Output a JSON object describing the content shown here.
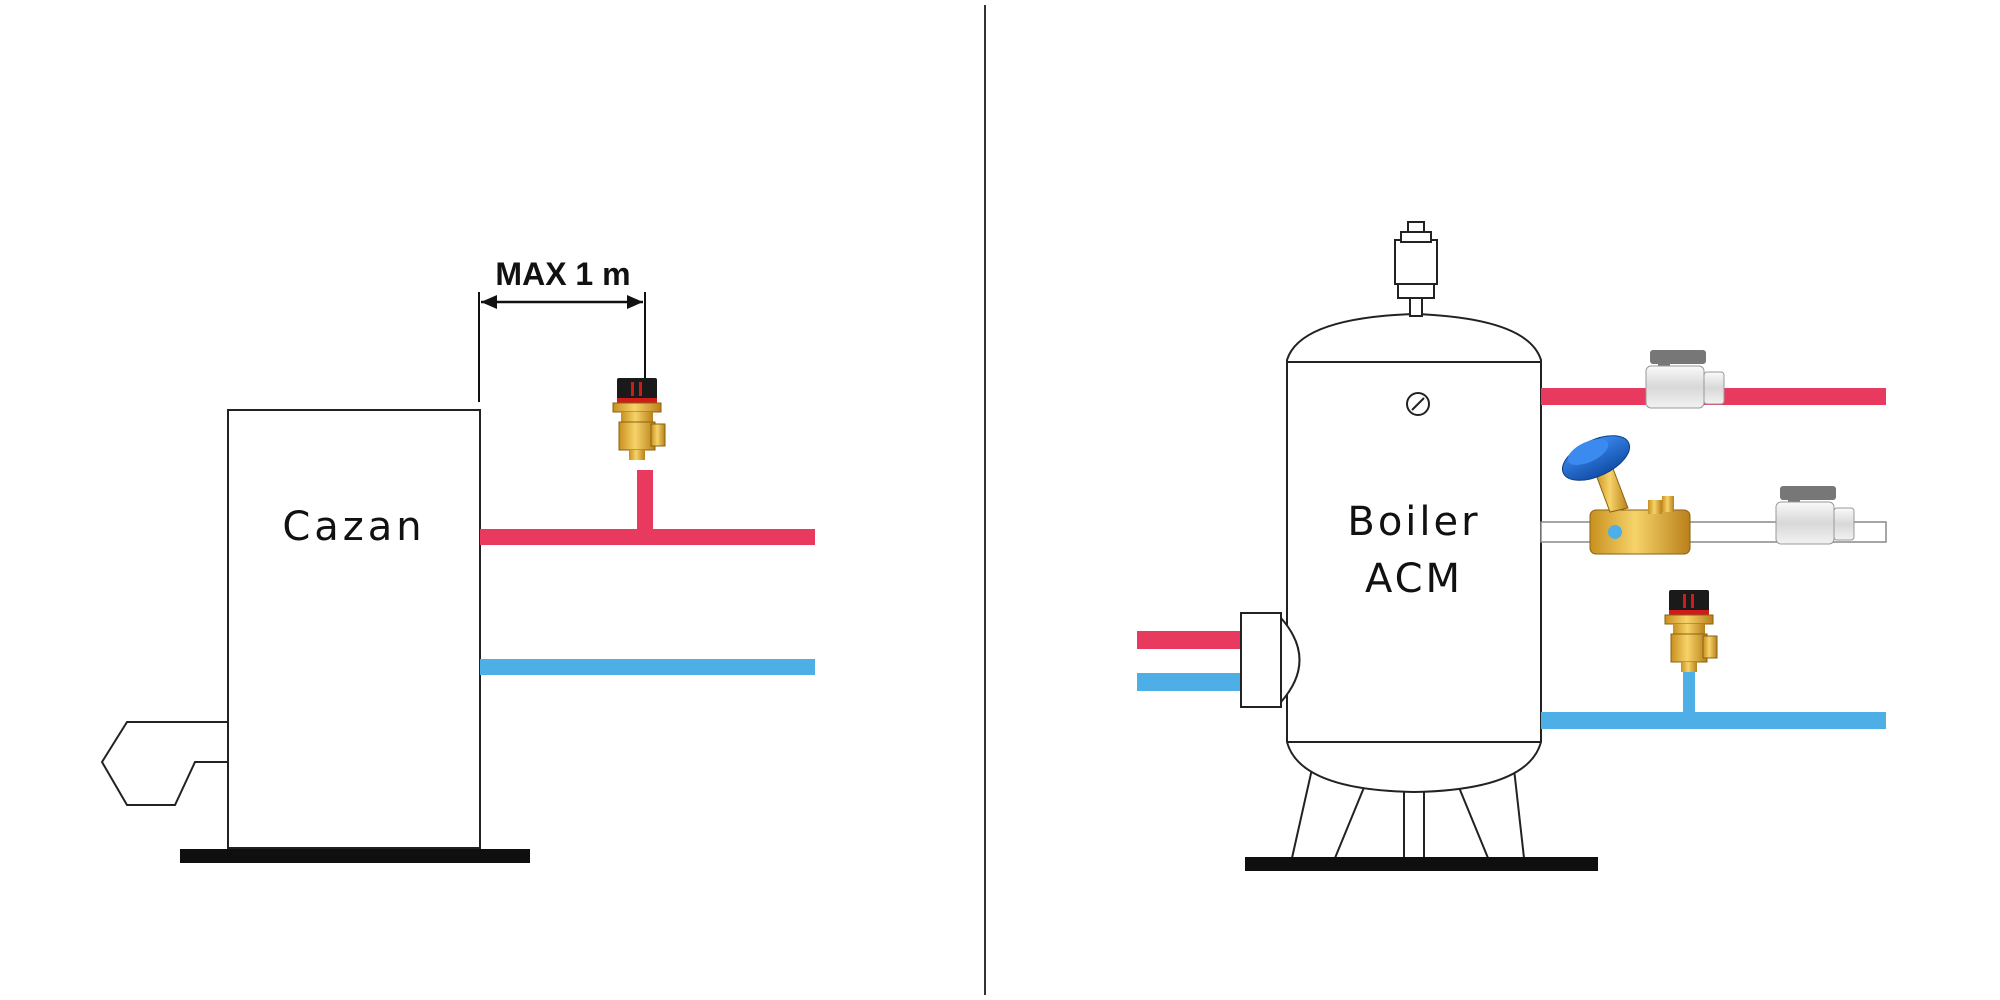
{
  "left_panel": {
    "boiler_label": "Cazan",
    "distance_label": "MAX 1 m"
  },
  "right_panel": {
    "tank_label_line1": "Boiler",
    "tank_label_line2": "ACM"
  },
  "colors": {
    "hot_pipe": "#e83a5e",
    "cold_pipe": "#4eaee6",
    "valve_brass": "#e8b84a",
    "valve_handle_blue": "#1f6fd6",
    "relief_cap": "#1a1a1a",
    "relief_cap_stripe": "#d11a1a",
    "ball_valve_body": "#e6e6e6",
    "ball_valve_handle": "#777777"
  },
  "icons": {
    "relief_valve": "safety-relief-valve-icon",
    "balancing_valve": "balancing-valve-icon",
    "ball_valve": "ball-valve-icon",
    "air_vent": "air-vent-icon",
    "gauge": "thermometer-gauge-icon"
  }
}
